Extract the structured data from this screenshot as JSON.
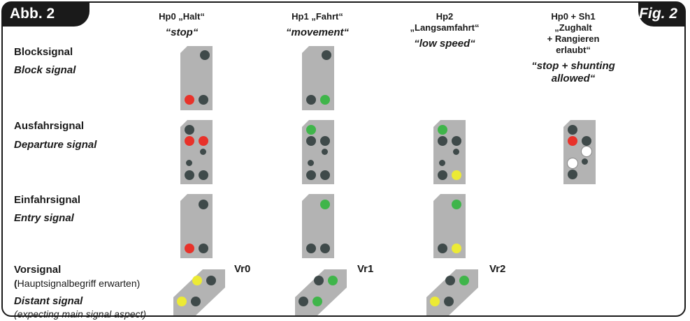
{
  "figure": {
    "label_de": "Abb. 2",
    "label_en": "Fig. 2"
  },
  "columns": [
    {
      "id": "hp0",
      "de_lines": [
        "Hp0 „Halt“"
      ],
      "en_lines": [
        "“stop“"
      ]
    },
    {
      "id": "hp1",
      "de_lines": [
        "Hp1 „Fahrt“"
      ],
      "en_lines": [
        "“movement“"
      ]
    },
    {
      "id": "hp2",
      "de_lines": [
        "Hp2",
        "„Langsamfahrt“"
      ],
      "en_lines": [
        "“low speed“"
      ]
    },
    {
      "id": "hp0sh1",
      "de_lines": [
        "Hp0 + Sh1",
        "„Zughalt",
        "+ Rangieren",
        "erlaubt“"
      ],
      "en_lines": [
        "“stop + shunting",
        "allowed“"
      ]
    }
  ],
  "rows": {
    "block": {
      "de": "Blocksignal",
      "en": "Block signal"
    },
    "departure": {
      "de": "Ausfahrsignal",
      "en": "Departure signal"
    },
    "entry": {
      "de": "Einfahrsignal",
      "en": "Entry signal"
    },
    "distant": {
      "de": "Vorsignal",
      "de_paren_open": "(",
      "de_sub": "Hauptsignalbegriff erwarten)",
      "en": "Distant signal",
      "en_sub": "(expecting main signal aspect)"
    }
  },
  "distant_aspects": {
    "vr0": "Vr0",
    "vr1": "Vr1",
    "vr2": "Vr2"
  },
  "colors": {
    "frame": "#1a1a1a",
    "plate": "#b3b3b3",
    "lamp_off": "#3f4a4a",
    "lamp_red": "#e8322a",
    "lamp_green": "#3fb54a",
    "lamp_yellow": "#ecea35",
    "lamp_white": "#ffffff"
  },
  "signals": [
    {
      "name": "block-signal-hp0",
      "lamps": [
        "off",
        "red",
        "off"
      ]
    },
    {
      "name": "block-signal-hp1",
      "lamps": [
        "off",
        "off",
        "green"
      ]
    },
    {
      "name": "departure-signal-hp0",
      "lamps": [
        "off",
        "red",
        "red",
        "off",
        "off",
        "off",
        "off"
      ]
    },
    {
      "name": "departure-signal-hp1",
      "lamps": [
        "green",
        "off",
        "off",
        "off",
        "off",
        "off",
        "off"
      ]
    },
    {
      "name": "departure-signal-hp2",
      "lamps": [
        "green",
        "off",
        "off",
        "off",
        "off",
        "off",
        "yellow"
      ]
    },
    {
      "name": "departure-signal-hp0-sh1",
      "lamps": [
        "off",
        "red",
        "off",
        "white",
        "white",
        "off",
        "off"
      ]
    },
    {
      "name": "entry-signal-hp0",
      "lamps": [
        "off",
        "red",
        "off"
      ]
    },
    {
      "name": "entry-signal-hp1",
      "lamps": [
        "green",
        "off",
        "off"
      ]
    },
    {
      "name": "entry-signal-hp2",
      "lamps": [
        "green",
        "off",
        "yellow"
      ]
    },
    {
      "name": "distant-signal-vr0",
      "lamps": [
        "yellow",
        "off",
        "yellow",
        "off"
      ]
    },
    {
      "name": "distant-signal-vr1",
      "lamps": [
        "off",
        "green",
        "off",
        "green"
      ]
    },
    {
      "name": "distant-signal-vr2",
      "lamps": [
        "off",
        "green",
        "yellow",
        "off"
      ]
    }
  ]
}
